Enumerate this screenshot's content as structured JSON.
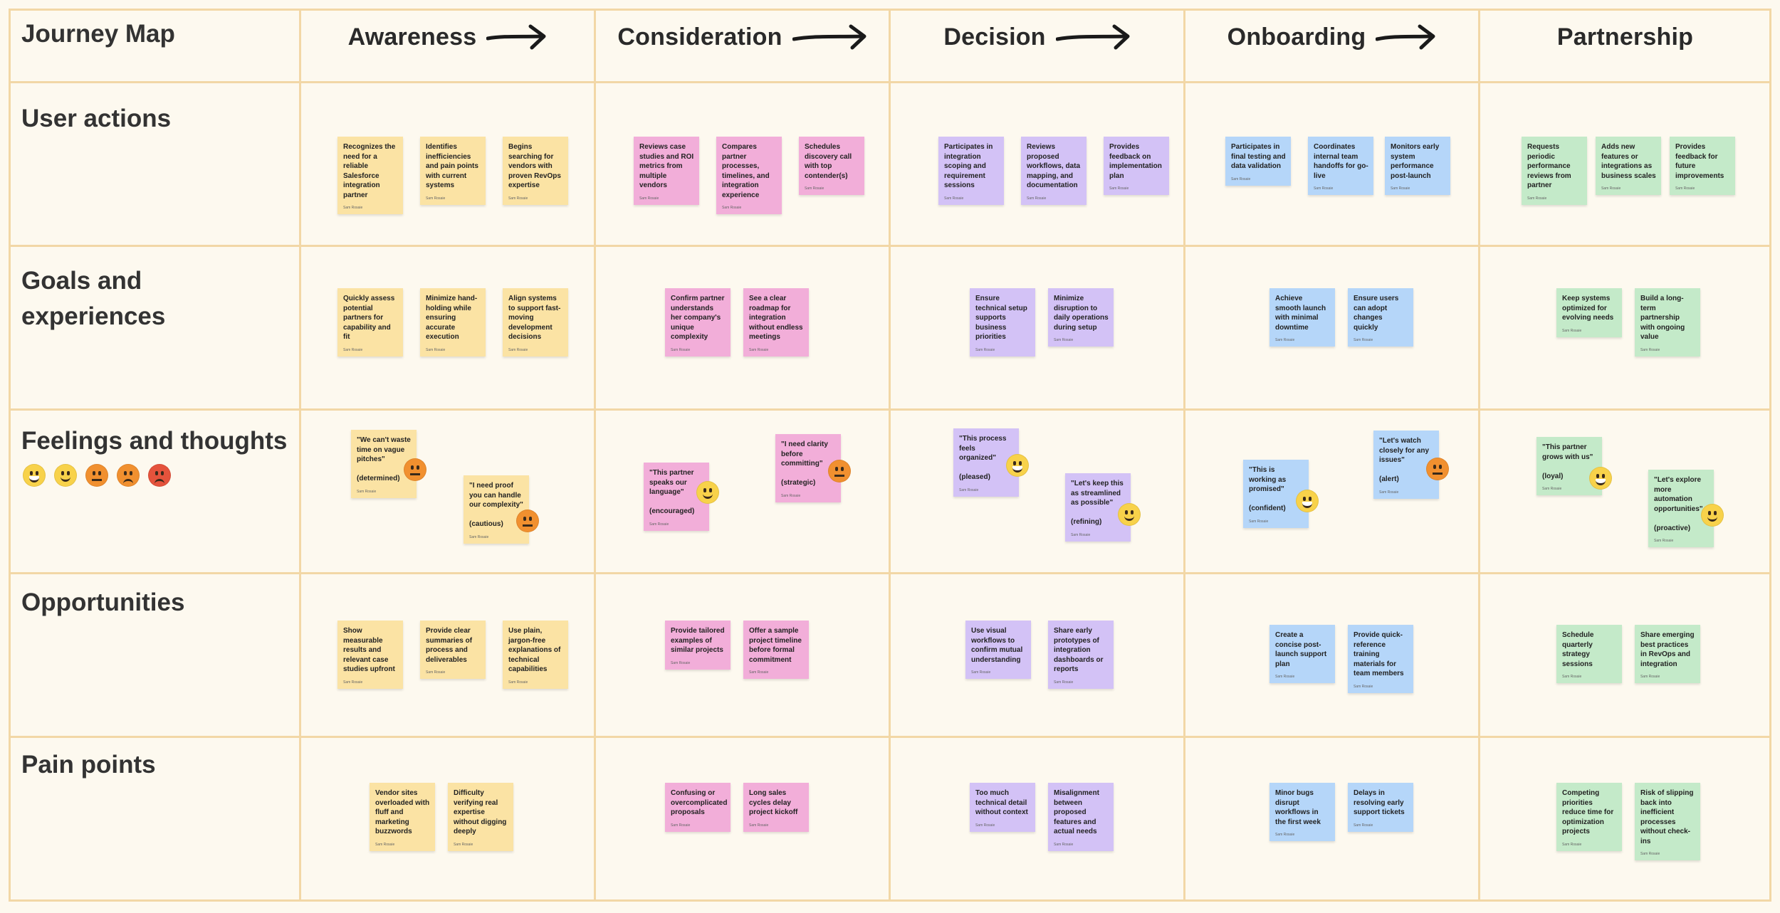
{
  "board": {
    "title": "Journey Map"
  },
  "colors": {
    "grid_line": "#f2d7a6",
    "background": "#fdf9ef",
    "yellow": "#fbe3a4",
    "pink": "#f2aed9",
    "purple": "#d3c2f6",
    "blue": "#b5d6f9",
    "green": "#c4eac9"
  },
  "stages": [
    {
      "label": "Awareness",
      "arrow": true
    },
    {
      "label": "Consideration",
      "arrow": true
    },
    {
      "label": "Decision",
      "arrow": true
    },
    {
      "label": "Onboarding",
      "arrow": true
    },
    {
      "label": "Partnership",
      "arrow": false
    }
  ],
  "rows": [
    {
      "label": "User actions"
    },
    {
      "label": "Goals and experiences"
    },
    {
      "label": "Feelings and thoughts"
    },
    {
      "label": "Opportunities"
    },
    {
      "label": "Pain points"
    }
  ],
  "emotion_scale": [
    {
      "icon": "grinning-face-icon",
      "tone": "yellow",
      "mouth": "grin"
    },
    {
      "icon": "smiling-face-icon",
      "tone": "yellow",
      "mouth": "smile"
    },
    {
      "icon": "neutral-face-icon",
      "tone": "orange",
      "mouth": "flat"
    },
    {
      "icon": "frowning-face-icon",
      "tone": "orange",
      "mouth": "frown"
    },
    {
      "icon": "angry-face-icon",
      "tone": "red",
      "mouth": "frown"
    }
  ],
  "author": "Sam Rosaie",
  "stickies": {
    "user_actions": [
      {
        "text": "Recognizes the need for a reliable Salesforce integration partner",
        "color": "yellow"
      },
      {
        "text": "Identifies inefficiencies and pain points with current systems",
        "color": "yellow"
      },
      {
        "text": "Begins searching for vendors with proven RevOps expertise",
        "color": "yellow"
      },
      {
        "text": "Reviews case studies and ROI metrics from multiple vendors",
        "color": "pink"
      },
      {
        "text": "Compares partner processes, timelines, and integration experience",
        "color": "pink"
      },
      {
        "text": "Schedules discovery call with top contender(s)",
        "color": "pink"
      },
      {
        "text": "Participates in integration scoping and requirement sessions",
        "color": "purple"
      },
      {
        "text": "Reviews proposed workflows, data mapping, and documentation",
        "color": "purple"
      },
      {
        "text": "Provides feedback on implementation plan",
        "color": "purple"
      },
      {
        "text": "Participates in final testing and data validation",
        "color": "blue"
      },
      {
        "text": "Coordinates internal team handoffs for go-live",
        "color": "blue"
      },
      {
        "text": "Monitors early system performance post-launch",
        "color": "blue"
      },
      {
        "text": "Requests periodic performance reviews from partner",
        "color": "green"
      },
      {
        "text": "Adds new features or integrations as business scales",
        "color": "green"
      },
      {
        "text": "Provides feedback for future improvements",
        "color": "green"
      }
    ],
    "goals": [
      {
        "text": "Quickly assess potential partners for capability and fit",
        "color": "yellow"
      },
      {
        "text": "Minimize hand-holding while ensuring accurate execution",
        "color": "yellow"
      },
      {
        "text": "Align systems to support fast-moving development decisions",
        "color": "yellow"
      },
      {
        "text": "Confirm partner understands her company's unique complexity",
        "color": "pink"
      },
      {
        "text": "See a clear roadmap for integration without endless meetings",
        "color": "pink"
      },
      {
        "text": "Ensure technical setup supports business priorities",
        "color": "purple"
      },
      {
        "text": "Minimize disruption to daily operations during setup",
        "color": "purple"
      },
      {
        "text": "Achieve smooth launch with minimal downtime",
        "color": "blue"
      },
      {
        "text": "Ensure users can adopt changes quickly",
        "color": "blue"
      },
      {
        "text": "Keep systems optimized for evolving needs",
        "color": "green"
      },
      {
        "text": "Build a long-term partnership with ongoing value",
        "color": "green"
      }
    ],
    "feelings": [
      {
        "text": "\"We can't waste time on vague pitches\"\n\n(determined)",
        "color": "yellow",
        "face": "orange",
        "mouth": "flat"
      },
      {
        "text": "\"I need proof you can handle our complexity\"\n\n(cautious)",
        "color": "yellow",
        "face": "orange",
        "mouth": "flat"
      },
      {
        "text": "\"This partner speaks our language\"\n\n(encouraged)",
        "color": "pink",
        "face": "yellow",
        "mouth": "smile"
      },
      {
        "text": "\"I need clarity before committing\"\n\n(strategic)",
        "color": "pink",
        "face": "orange",
        "mouth": "flat"
      },
      {
        "text": "\"This process feels organized\"\n\n(pleased)",
        "color": "purple",
        "face": "yellow",
        "mouth": "grin"
      },
      {
        "text": "\"Let's keep this as streamlined as possible\"\n\n(refining)",
        "color": "purple",
        "face": "yellow",
        "mouth": "smile"
      },
      {
        "text": "\"This is working as promised\"\n\n(confident)",
        "color": "blue",
        "face": "yellow",
        "mouth": "grin"
      },
      {
        "text": "\"Let's watch closely for any issues\"\n\n(alert)",
        "color": "blue",
        "face": "orange",
        "mouth": "flat"
      },
      {
        "text": "\"This partner grows with us\"\n\n(loyal)",
        "color": "green",
        "face": "yellow",
        "mouth": "grin"
      },
      {
        "text": "\"Let's explore more automation opportunities\"\n\n(proactive)",
        "color": "green",
        "face": "yellow",
        "mouth": "smile"
      }
    ],
    "opportunities": [
      {
        "text": "Show measurable results and relevant case studies upfront",
        "color": "yellow"
      },
      {
        "text": "Provide clear summaries of process and deliverables",
        "color": "yellow"
      },
      {
        "text": "Use plain, jargon-free explanations of technical capabilities",
        "color": "yellow"
      },
      {
        "text": "Provide tailored examples of similar projects",
        "color": "pink"
      },
      {
        "text": "Offer a sample project timeline before formal commitment",
        "color": "pink"
      },
      {
        "text": "Use visual workflows to confirm mutual understanding",
        "color": "purple"
      },
      {
        "text": "Share early prototypes of integration dashboards or reports",
        "color": "purple"
      },
      {
        "text": "Create a concise post-launch support plan",
        "color": "blue"
      },
      {
        "text": "Provide quick-reference training materials for team members",
        "color": "blue"
      },
      {
        "text": "Schedule quarterly strategy sessions",
        "color": "green"
      },
      {
        "text": "Share emerging best practices in RevOps and integration",
        "color": "green"
      }
    ],
    "pain_points": [
      {
        "text": "Vendor sites overloaded with fluff and marketing buzzwords",
        "color": "yellow"
      },
      {
        "text": "Difficulty verifying real expertise without digging deeply",
        "color": "yellow"
      },
      {
        "text": "Confusing or overcomplicated proposals",
        "color": "pink"
      },
      {
        "text": "Long sales cycles delay project kickoff",
        "color": "pink"
      },
      {
        "text": "Too much technical detail without context",
        "color": "purple"
      },
      {
        "text": "Misalignment between proposed features and actual needs",
        "color": "purple"
      },
      {
        "text": "Minor bugs disrupt workflows in the first week",
        "color": "blue"
      },
      {
        "text": "Delays in resolving early support tickets",
        "color": "blue"
      },
      {
        "text": "Competing priorities reduce time for optimization projects",
        "color": "green"
      },
      {
        "text": "Risk of slipping back into inefficient processes without check-ins",
        "color": "green"
      }
    ]
  }
}
